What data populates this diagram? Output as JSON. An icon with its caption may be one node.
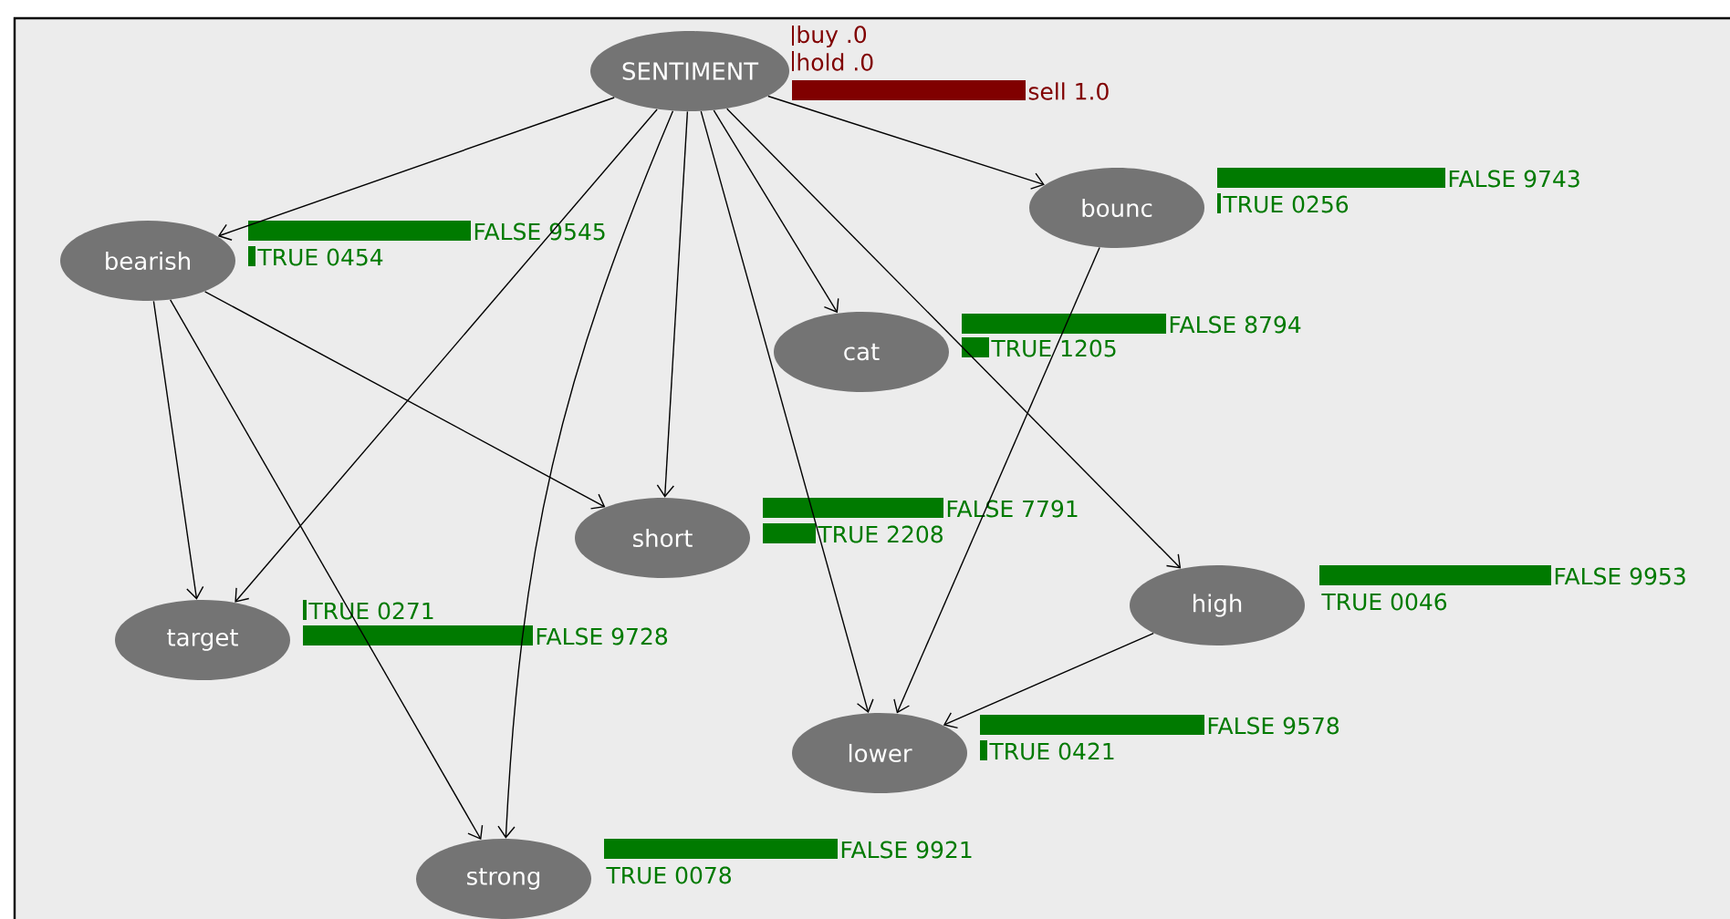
{
  "diagram": {
    "nodes": [
      {
        "text": [
          "SENTIMENT"
        ]
      },
      {
        "text": [
          "bounc"
        ]
      },
      {
        "text": [
          "bearish"
        ]
      },
      {
        "text": [
          "cat"
        ]
      },
      {
        "text": [
          "short"
        ]
      },
      {
        "text": [
          "high"
        ]
      },
      {
        "text": [
          "target"
        ]
      },
      {
        "text": [
          "lower"
        ]
      },
      {
        "text": [
          "strong"
        ]
      }
    ],
    "edges": [
      {
        "from": 0,
        "to": 2,
        "arrow": "to"
      },
      {
        "from": 0,
        "to": 1,
        "arrow": "to"
      },
      {
        "from": 0,
        "to": 3,
        "arrow": "to"
      },
      {
        "from": 0,
        "to": 4,
        "arrow": "to"
      },
      {
        "from": 0,
        "to": 6,
        "arrow": "to"
      },
      {
        "from": 0,
        "to": 8,
        "arrow": "to"
      },
      {
        "from": 0,
        "to": 7,
        "arrow": "to"
      },
      {
        "from": 0,
        "to": 5,
        "arrow": "to"
      },
      {
        "from": 2,
        "to": 6,
        "arrow": "to"
      },
      {
        "from": 2,
        "to": 8,
        "arrow": "to"
      },
      {
        "from": 2,
        "to": 4,
        "arrow": "to"
      },
      {
        "from": 1,
        "to": 7,
        "arrow": "to"
      },
      {
        "from": 5,
        "to": 7,
        "arrow": "to"
      }
    ],
    "labels": [
      "buy .0",
      "hold .0",
      "sell 1.0",
      "FALSE 9743",
      "TRUE 0256",
      "FALSE 9545",
      "TRUE 0454",
      "FALSE 8794",
      "TRUE 1205",
      "FALSE 7791",
      "TRUE 2208",
      "FALSE 9953",
      "TRUE 0046",
      "TRUE 0271",
      "FALSE 9728",
      "FALSE 9578",
      "TRUE 0421",
      "FALSE 9921",
      "TRUE 0078"
    ]
  }
}
